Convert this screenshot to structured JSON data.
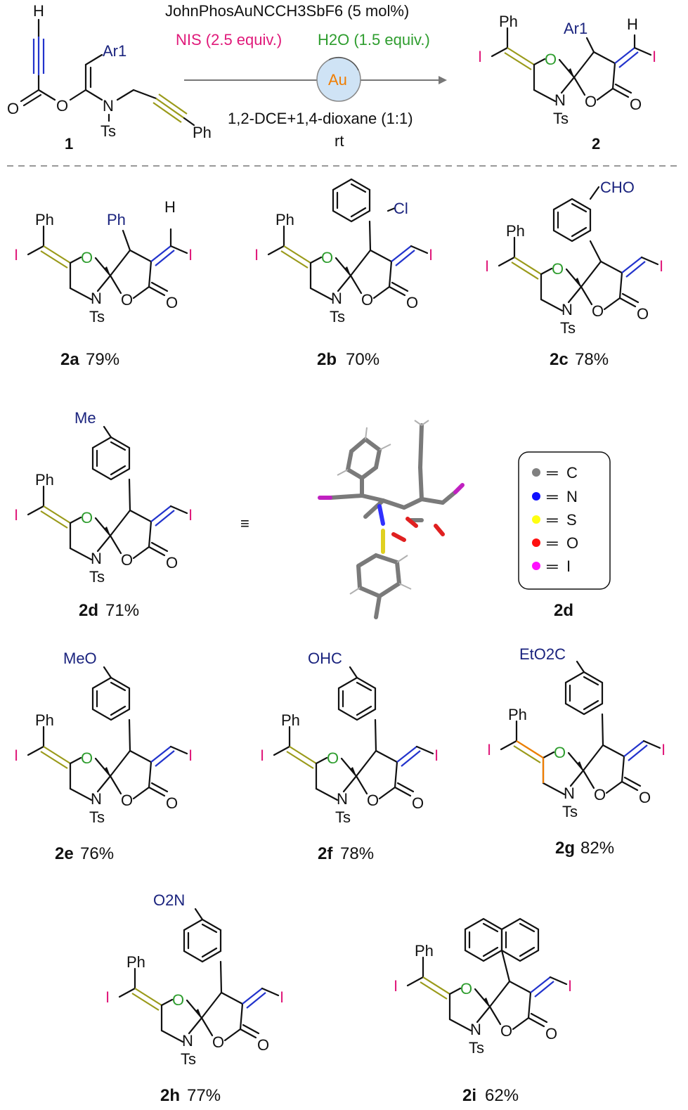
{
  "reaction": {
    "catalyst": "JohnPhosAuNCCH3SbF6 (5 mol%)",
    "reagent_nis": "NIS (2.5 equiv.)",
    "reagent_water": "H2O (1.5 equiv.)",
    "center_label": "Au",
    "solvent": "1,2-DCE+1,4-dioxane (1:1)",
    "temperature": "rt",
    "sm_label": "1",
    "product_label": "2",
    "sm_ar": "Ar1",
    "sm_ph": "Ph",
    "sm_ts": "Ts"
  },
  "atoms": {
    "O": "O",
    "N": "N",
    "I": "I",
    "H": "H",
    "Ph": "Ph",
    "Ts": "Ts"
  },
  "products": [
    {
      "id": "2a",
      "yield": "79%",
      "substituent": "Ph"
    },
    {
      "id": "2b",
      "yield": "70%",
      "substituent": "Cl"
    },
    {
      "id": "2c",
      "yield": "78%",
      "substituent": "CHO"
    },
    {
      "id": "2d",
      "yield": "71%",
      "substituent": "Me"
    },
    {
      "id": "2e",
      "yield": "76%",
      "substituent": "MeO"
    },
    {
      "id": "2f",
      "yield": "78%",
      "substituent": "OHC"
    },
    {
      "id": "2g",
      "yield": "82%",
      "substituent": "EtO2C"
    },
    {
      "id": "2h",
      "yield": "77%",
      "substituent": "O2N"
    },
    {
      "id": "2i",
      "yield": "62%",
      "substituent": ""
    }
  ],
  "legend": {
    "title": "2d",
    "items": [
      {
        "color": "#808080",
        "label": "C"
      },
      {
        "color": "#1010ff",
        "label": "N"
      },
      {
        "color": "#ffff10",
        "label": "S"
      },
      {
        "color": "#ff1010",
        "label": "O"
      },
      {
        "color": "#ff10ff",
        "label": "I"
      }
    ]
  },
  "equiv_symbol": "≡"
}
